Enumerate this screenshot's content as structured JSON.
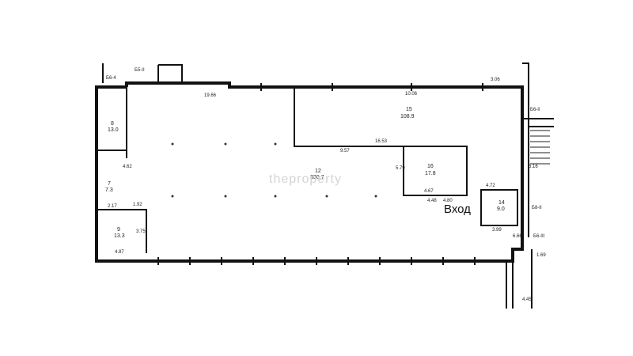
{
  "entrance_label": "Вход",
  "watermark": "theproperty",
  "rooms": [
    {
      "number": "12",
      "area": "330.7"
    },
    {
      "number": "15",
      "area": "108.9"
    },
    {
      "number": "16",
      "area": "17.8"
    },
    {
      "number": "14",
      "area": "9.0"
    },
    {
      "number": "9",
      "area": "13.3"
    },
    {
      "number": "8",
      "area": "13.0"
    },
    {
      "number": "7",
      "area": "7.3"
    }
  ],
  "dimensions": [
    "19.66",
    "10.06",
    "3.06",
    "16.53",
    "9.57",
    "4.67",
    "4.72",
    "5.79",
    "4.62",
    "4.87",
    "6.16",
    "3.99",
    "4.48",
    "1.92",
    "3.75",
    "2.17",
    "4.80",
    "6.66",
    "1.69",
    "4.45"
  ],
  "section_marks": [
    "Б6-4",
    "Б5-II",
    "Б6-II",
    "Б8-II",
    "Б6-III"
  ]
}
